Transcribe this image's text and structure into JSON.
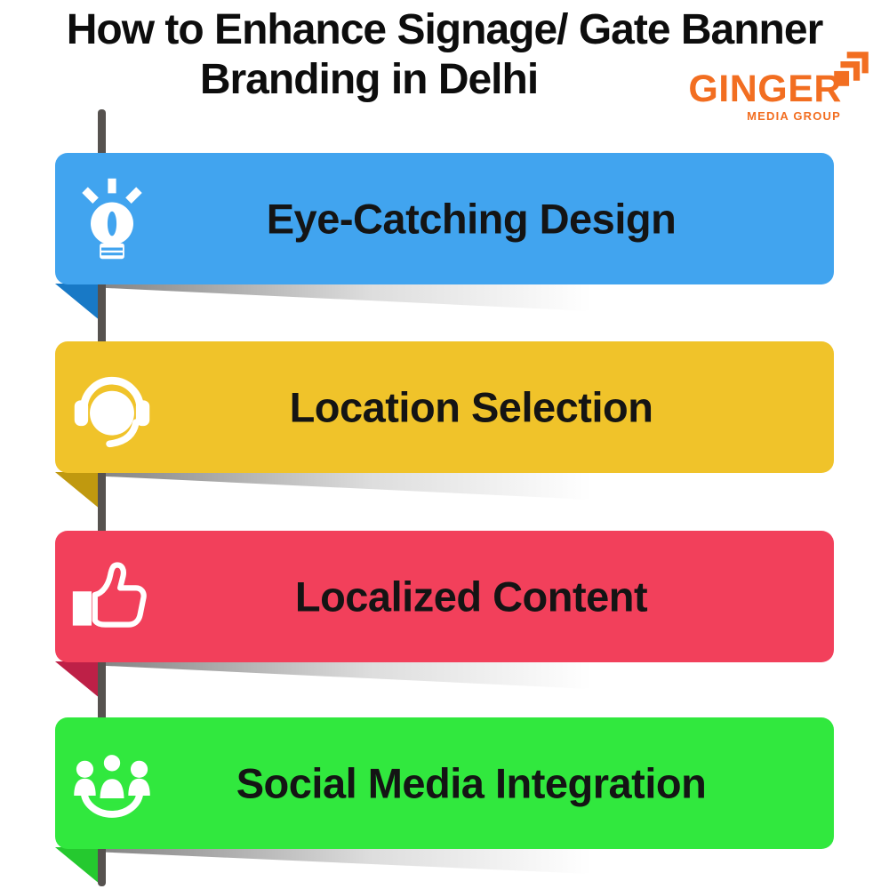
{
  "title": {
    "line1": "How to Enhance Signage/ Gate Banner",
    "line2": "Branding in Delhi"
  },
  "logo": {
    "name": "GINGER",
    "tagline": "MEDIA GROUP",
    "color": "#F26E21"
  },
  "pole_color": "#56524F",
  "banners": [
    {
      "label": "Eye-Catching Design",
      "icon": "lightbulb-idea-icon",
      "color": "#41A4EF",
      "fold_color": "#1879C6"
    },
    {
      "label": "Location Selection",
      "icon": "headset-support-icon",
      "color": "#F0C32A",
      "fold_color": "#C0990F"
    },
    {
      "label": "Localized Content",
      "icon": "thumbs-up-icon",
      "color": "#F2405B",
      "fold_color": "#BE2047"
    },
    {
      "label": "Social Media Integration",
      "icon": "people-group-icon",
      "color": "#31E83E",
      "fold_color": "#25C92F"
    }
  ]
}
